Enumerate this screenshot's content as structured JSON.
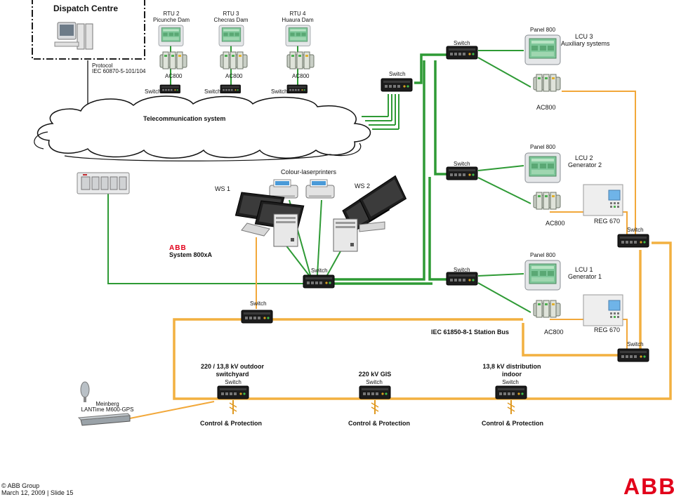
{
  "dispatch": {
    "title": "Dispatch Centre",
    "protocol_line1": "Protocol",
    "protocol_line2": "IEC 60870-5-101/104"
  },
  "rtus": [
    {
      "name": "RTU 2",
      "site": "Picunche Dam",
      "controller": "AC800",
      "switch": "Switch"
    },
    {
      "name": "RTU 3",
      "site": "Checras Dam",
      "controller": "AC800",
      "switch": "Switch"
    },
    {
      "name": "RTU 4",
      "site": "Huaura Dam",
      "controller": "AC800",
      "switch": "Switch"
    }
  ],
  "telecom": {
    "label": "Telecommunication system",
    "switch": "Switch"
  },
  "lcus": [
    {
      "panel": "Panel 800",
      "name": "LCU 3",
      "desc": "Auxiliary systems",
      "switch": "Switch",
      "controller": "AC800"
    },
    {
      "panel": "Panel 800",
      "name": "LCU 2",
      "desc": "Generator 2",
      "switch": "Switch",
      "controller": "AC800",
      "reg": "REG 670",
      "reg_switch": "Switch"
    },
    {
      "panel": "Panel 800",
      "name": "LCU 1",
      "desc": "Generator 1",
      "switch": "Switch",
      "controller": "AC800",
      "reg": "REG 670",
      "reg_switch": "Switch"
    }
  ],
  "workstations": {
    "ws1": "WS 1",
    "ws2": "WS 2",
    "printers": "Colour-laserprinters",
    "switch": "Switch"
  },
  "system": {
    "brand": "ABB",
    "name": "System 800xA"
  },
  "station_bus": {
    "label": "IEC 61850-8-1 Station Bus",
    "switch": "Switch"
  },
  "substations": [
    {
      "title1": "220 / 13,8 kV outdoor",
      "title2": "switchyard",
      "switch": "Switch",
      "cp": "Control & Protection"
    },
    {
      "title1": "220 kV GIS",
      "title2": "",
      "switch": "Switch",
      "cp": "Control & Protection"
    },
    {
      "title1": "13,8 kV distribution",
      "title2": "indoor",
      "switch": "Switch",
      "cp": "Control & Protection"
    }
  ],
  "gps": {
    "line1": "Meinberg",
    "line2": "LANTime M600-GPS"
  },
  "footer": {
    "copyright": "© ABB Group",
    "date": "March 12, 2009 | Slide 15",
    "logo": "ABB"
  },
  "colors": {
    "ethernet_green": "#2e9a35",
    "fibre_orange": "#f2a83a",
    "abb_red": "#e2001a"
  }
}
